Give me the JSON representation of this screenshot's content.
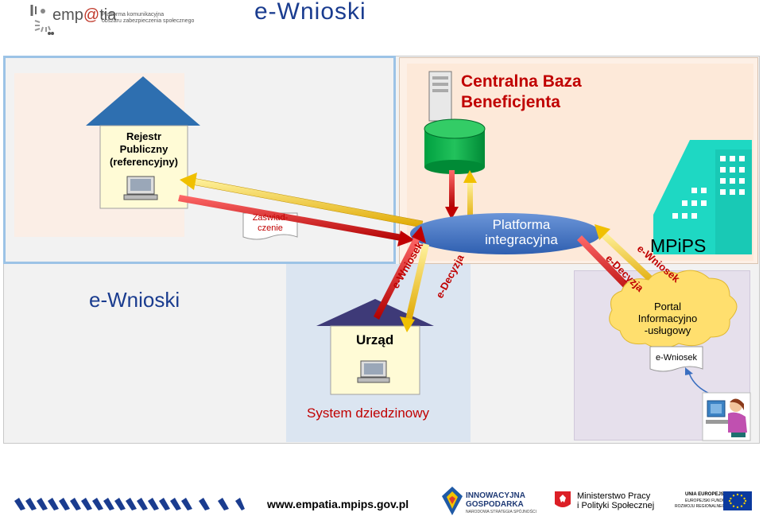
{
  "header": {
    "logo_word_prefix": "emp",
    "logo_word_at": "@",
    "logo_word_suffix": "tia",
    "logo_sub_line1": "Platforma komunikacyjna",
    "logo_sub_line2": "obszaru zabezpieczenia społecznego",
    "title": "e-Wnioski"
  },
  "diagram": {
    "section_label": "e-Wnioski",
    "registry": {
      "line1": "Rejestr",
      "line2": "Publiczny",
      "line3": "(referencyjny)"
    },
    "certificate": {
      "line1": "Zaświad-",
      "line2": "czenie"
    },
    "central_db": {
      "line1": "Centralna Baza",
      "line2": "Beneficjenta"
    },
    "platform": {
      "line1": "Platforma",
      "line2": "integracyjna"
    },
    "mpips_label": "MPiPS",
    "office_label": "Urząd",
    "domain_system_label": "System dziedzinowy",
    "arrow_labels": {
      "ewniosek_left": "e-Wniosek",
      "edecyzja_left": "e-Decyzja",
      "edecyzja_right": "e-Decyzja",
      "ewniosek_right": "e-Wniosek"
    },
    "portal": {
      "line1": "Portal",
      "line2": "Informacyjno",
      "line3": "-usługowy"
    },
    "portal_ewniosek": "e-Wniosek"
  },
  "footer": {
    "url": "www.empatia.mpips.gov.pl",
    "innowacyjna": "INNOWACYJNA",
    "gospodarka": "GOSPODARKA",
    "nss": "NARODOWA STRATEGIA SPÓJNOŚCI",
    "ministry_line1": "Ministerstwo Pracy",
    "ministry_line2": "i Polityki Społecznej",
    "eu_line1": "UNIA EUROPEJSKA",
    "eu_line2": "EUROPEJSKI FUNDUSZ",
    "eu_line3": "ROZWOJU REGIONALNEGO"
  },
  "colors": {
    "title_blue": "#1a3c8f",
    "dark_red": "#c00000",
    "house_roof": "#2e6fb0",
    "panel_blue_border": "#9cc3e6",
    "panel_beige": "#fde9d9",
    "platform_ellipse": "#4472c4",
    "db_green": "#00b050",
    "cloud": "#ffdf6e",
    "teal_building": "#17d6c2"
  }
}
